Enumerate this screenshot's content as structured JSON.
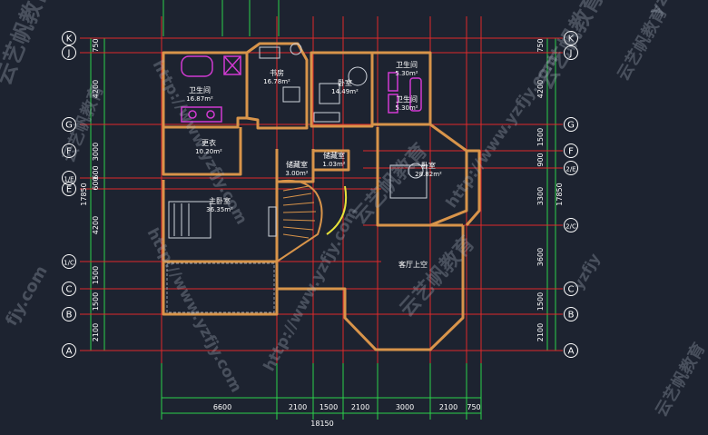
{
  "grid": {
    "left_labels": [
      "K",
      "J",
      "G",
      "F",
      "1/E",
      "E",
      "1/C",
      "C",
      "B",
      "A"
    ],
    "right_labels": [
      "K",
      "J",
      "G",
      "F",
      "2/E",
      "2/C",
      "C",
      "B",
      "A"
    ]
  },
  "dims": {
    "left": [
      "750",
      "4200",
      "3000",
      "600",
      "600",
      "4200",
      "1500",
      "1500",
      "2100"
    ],
    "left_total": "17850",
    "right": [
      "750",
      "4200",
      "1500",
      "900",
      "3300",
      "3600",
      "1500",
      "2100"
    ],
    "right_total": "17850",
    "bottom": [
      "6600",
      "2100",
      "1500",
      "2100",
      "3000",
      "2100",
      "750"
    ],
    "bottom_total": "18150"
  },
  "rooms": [
    {
      "name": "卫生间",
      "area": "16.87m²"
    },
    {
      "name": "书房",
      "area": "16.78m²"
    },
    {
      "name": "卧室",
      "area": "14.49m²"
    },
    {
      "name": "卫生间",
      "area": "5.30m²"
    },
    {
      "name": "卫生间",
      "area": "5.30m²"
    },
    {
      "name": "更衣",
      "area": "10.20m²"
    },
    {
      "name": "储藏室",
      "area": "3.00m²"
    },
    {
      "name": "储藏室",
      "area": "1.03m²"
    },
    {
      "name": "卧室",
      "area": "28.82m²"
    },
    {
      "name": "主卧室",
      "area": "36.35m²"
    },
    {
      "name": "客厅上空",
      "area": ""
    }
  ],
  "watermarks": {
    "brand": "云艺帆教育",
    "url": "http://www.yzfjy.com",
    "short": "yzfjy"
  },
  "colors": {
    "background": "#1d2330",
    "wall": "#d8944a",
    "grid_red": "#e02a2a",
    "dimension_green": "#2bd24a",
    "fixture_magenta": "#d23ad2",
    "label_white": "#ffffff",
    "stair_yellow": "#e8e23a"
  }
}
